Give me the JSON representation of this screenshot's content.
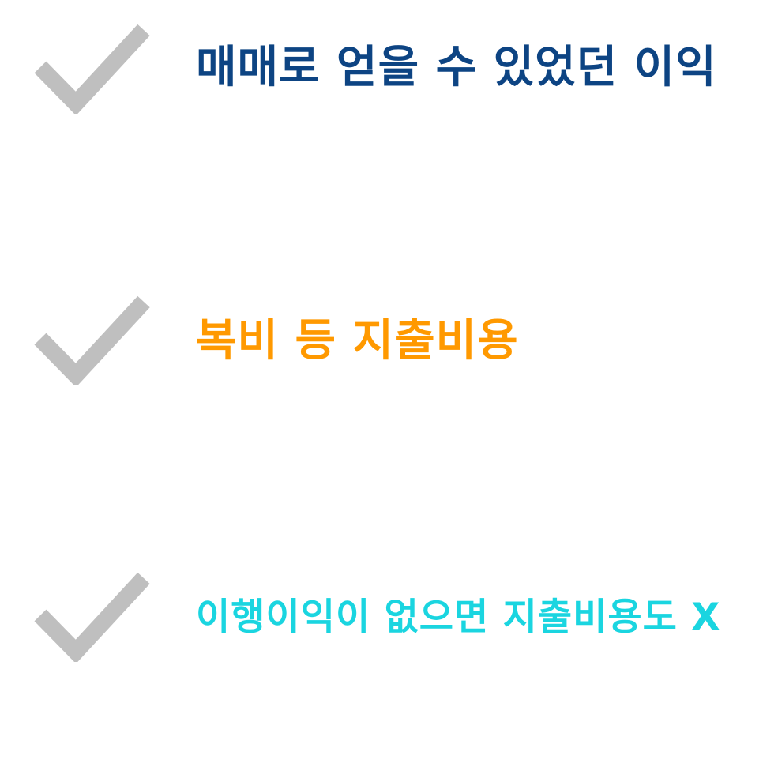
{
  "items": [
    {
      "text": "매매로 얻을 수 있었던 이익",
      "color": "#0d4483",
      "icon": "checkmark-icon",
      "icon_color": "#bfbfbf"
    },
    {
      "text": "복비 등 지출비용",
      "color": "#ff9900",
      "icon": "checkmark-icon",
      "icon_color": "#bfbfbf"
    },
    {
      "text": "이행이익이 없으면 지출비용도 X",
      "color": "#1ad5e0",
      "icon": "checkmark-icon",
      "icon_color": "#bfbfbf"
    }
  ]
}
